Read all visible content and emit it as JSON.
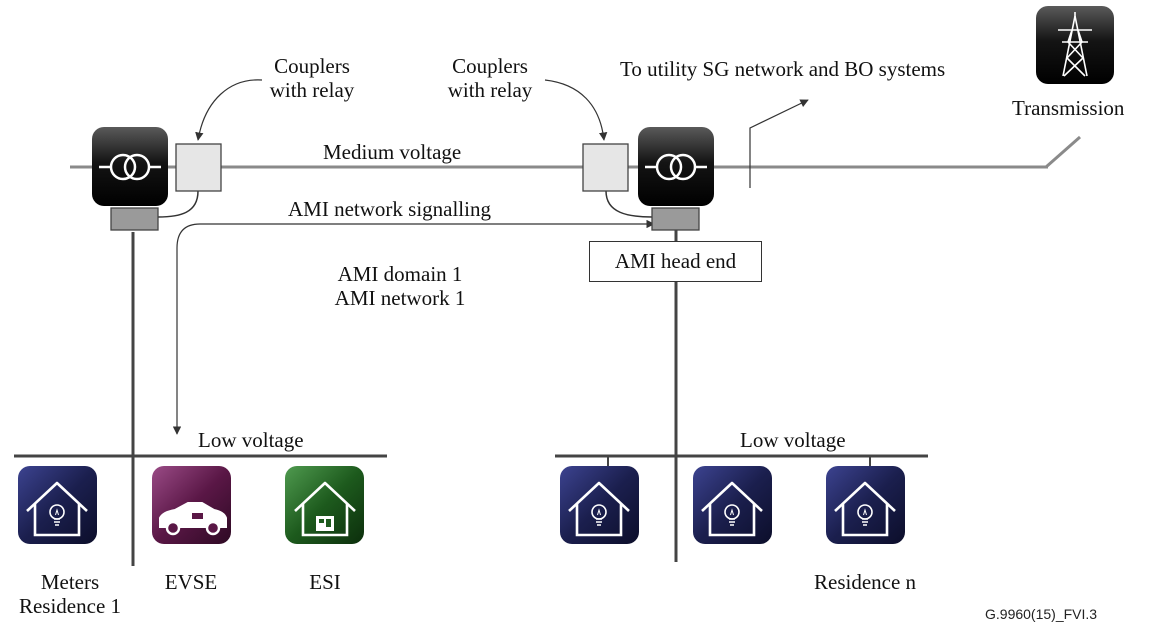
{
  "labels": {
    "couplers_left_line1": "Couplers",
    "couplers_left_line2": "with relay",
    "couplers_right_line1": "Couplers",
    "couplers_right_line2": "with relay",
    "to_utility": "To utility SG network and BO systems",
    "transmission": "Transmission",
    "medium_voltage": "Medium voltage",
    "ami_signalling": "AMI network signalling",
    "ami_head_end": "AMI head end",
    "ami_domain": "AMI domain 1",
    "ami_network": "AMI network 1",
    "low_voltage_left": "Low voltage",
    "low_voltage_right": "Low voltage",
    "meters": "Meters",
    "residence_1": "Residence 1",
    "evse": "EVSE",
    "esi": "ESI",
    "residence_n": "Residence n",
    "figure_ref": "G.9960(15)_FVI.3"
  },
  "icons": {
    "transformer": "transformer-icon",
    "transmission_tower": "transmission-tower-icon",
    "house": "house-lightbulb-icon",
    "car": "electric-car-icon",
    "esi": "esi-house-icon"
  },
  "colors": {
    "house_tile": "#1b1f4e",
    "evse_tile": "#5a1746",
    "esi_tile": "#1d5a1d",
    "transformer_tile": "#111111",
    "coupler_box": "#e6e6e6",
    "modem_box": "#9a9a9a",
    "line": "#333333"
  }
}
